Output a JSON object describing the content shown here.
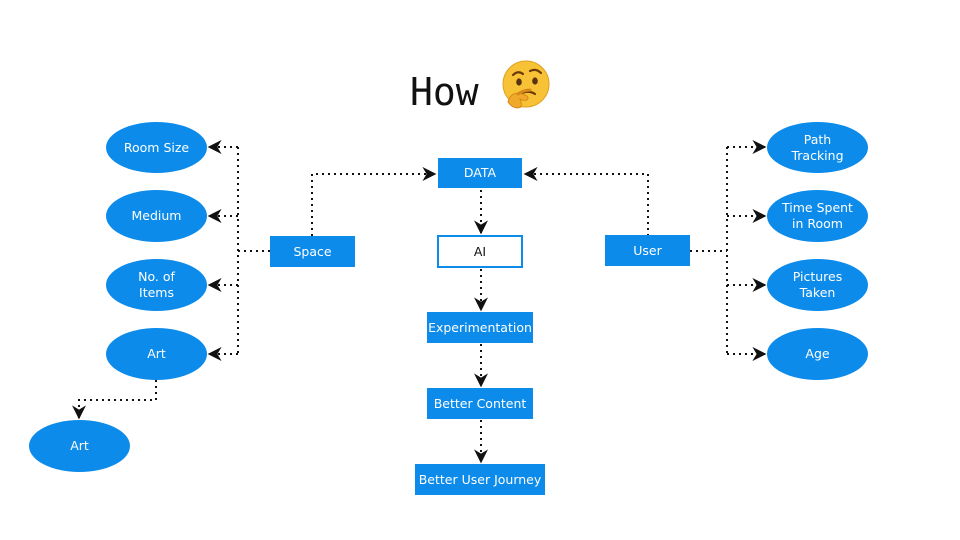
{
  "title": "How",
  "center": {
    "data": "DATA",
    "ai": "AI",
    "experimentation": "Experimentation",
    "better_content": "Better Content",
    "better_journey": "Better User Journey"
  },
  "space": {
    "label": "Space",
    "items": [
      "Room Size",
      "Medium",
      "No. of\nItems",
      "Art"
    ],
    "sub_item": "Art"
  },
  "user": {
    "label": "User",
    "items": [
      "Path\nTracking",
      "Time Spent\nin Room",
      "Pictures\nTaken",
      "Age"
    ]
  },
  "colors": {
    "node": "#0c8bea",
    "line": "#111111",
    "text_on_node": "#ffffff"
  },
  "icons": {
    "title_emoji": "thinking-face-icon"
  }
}
